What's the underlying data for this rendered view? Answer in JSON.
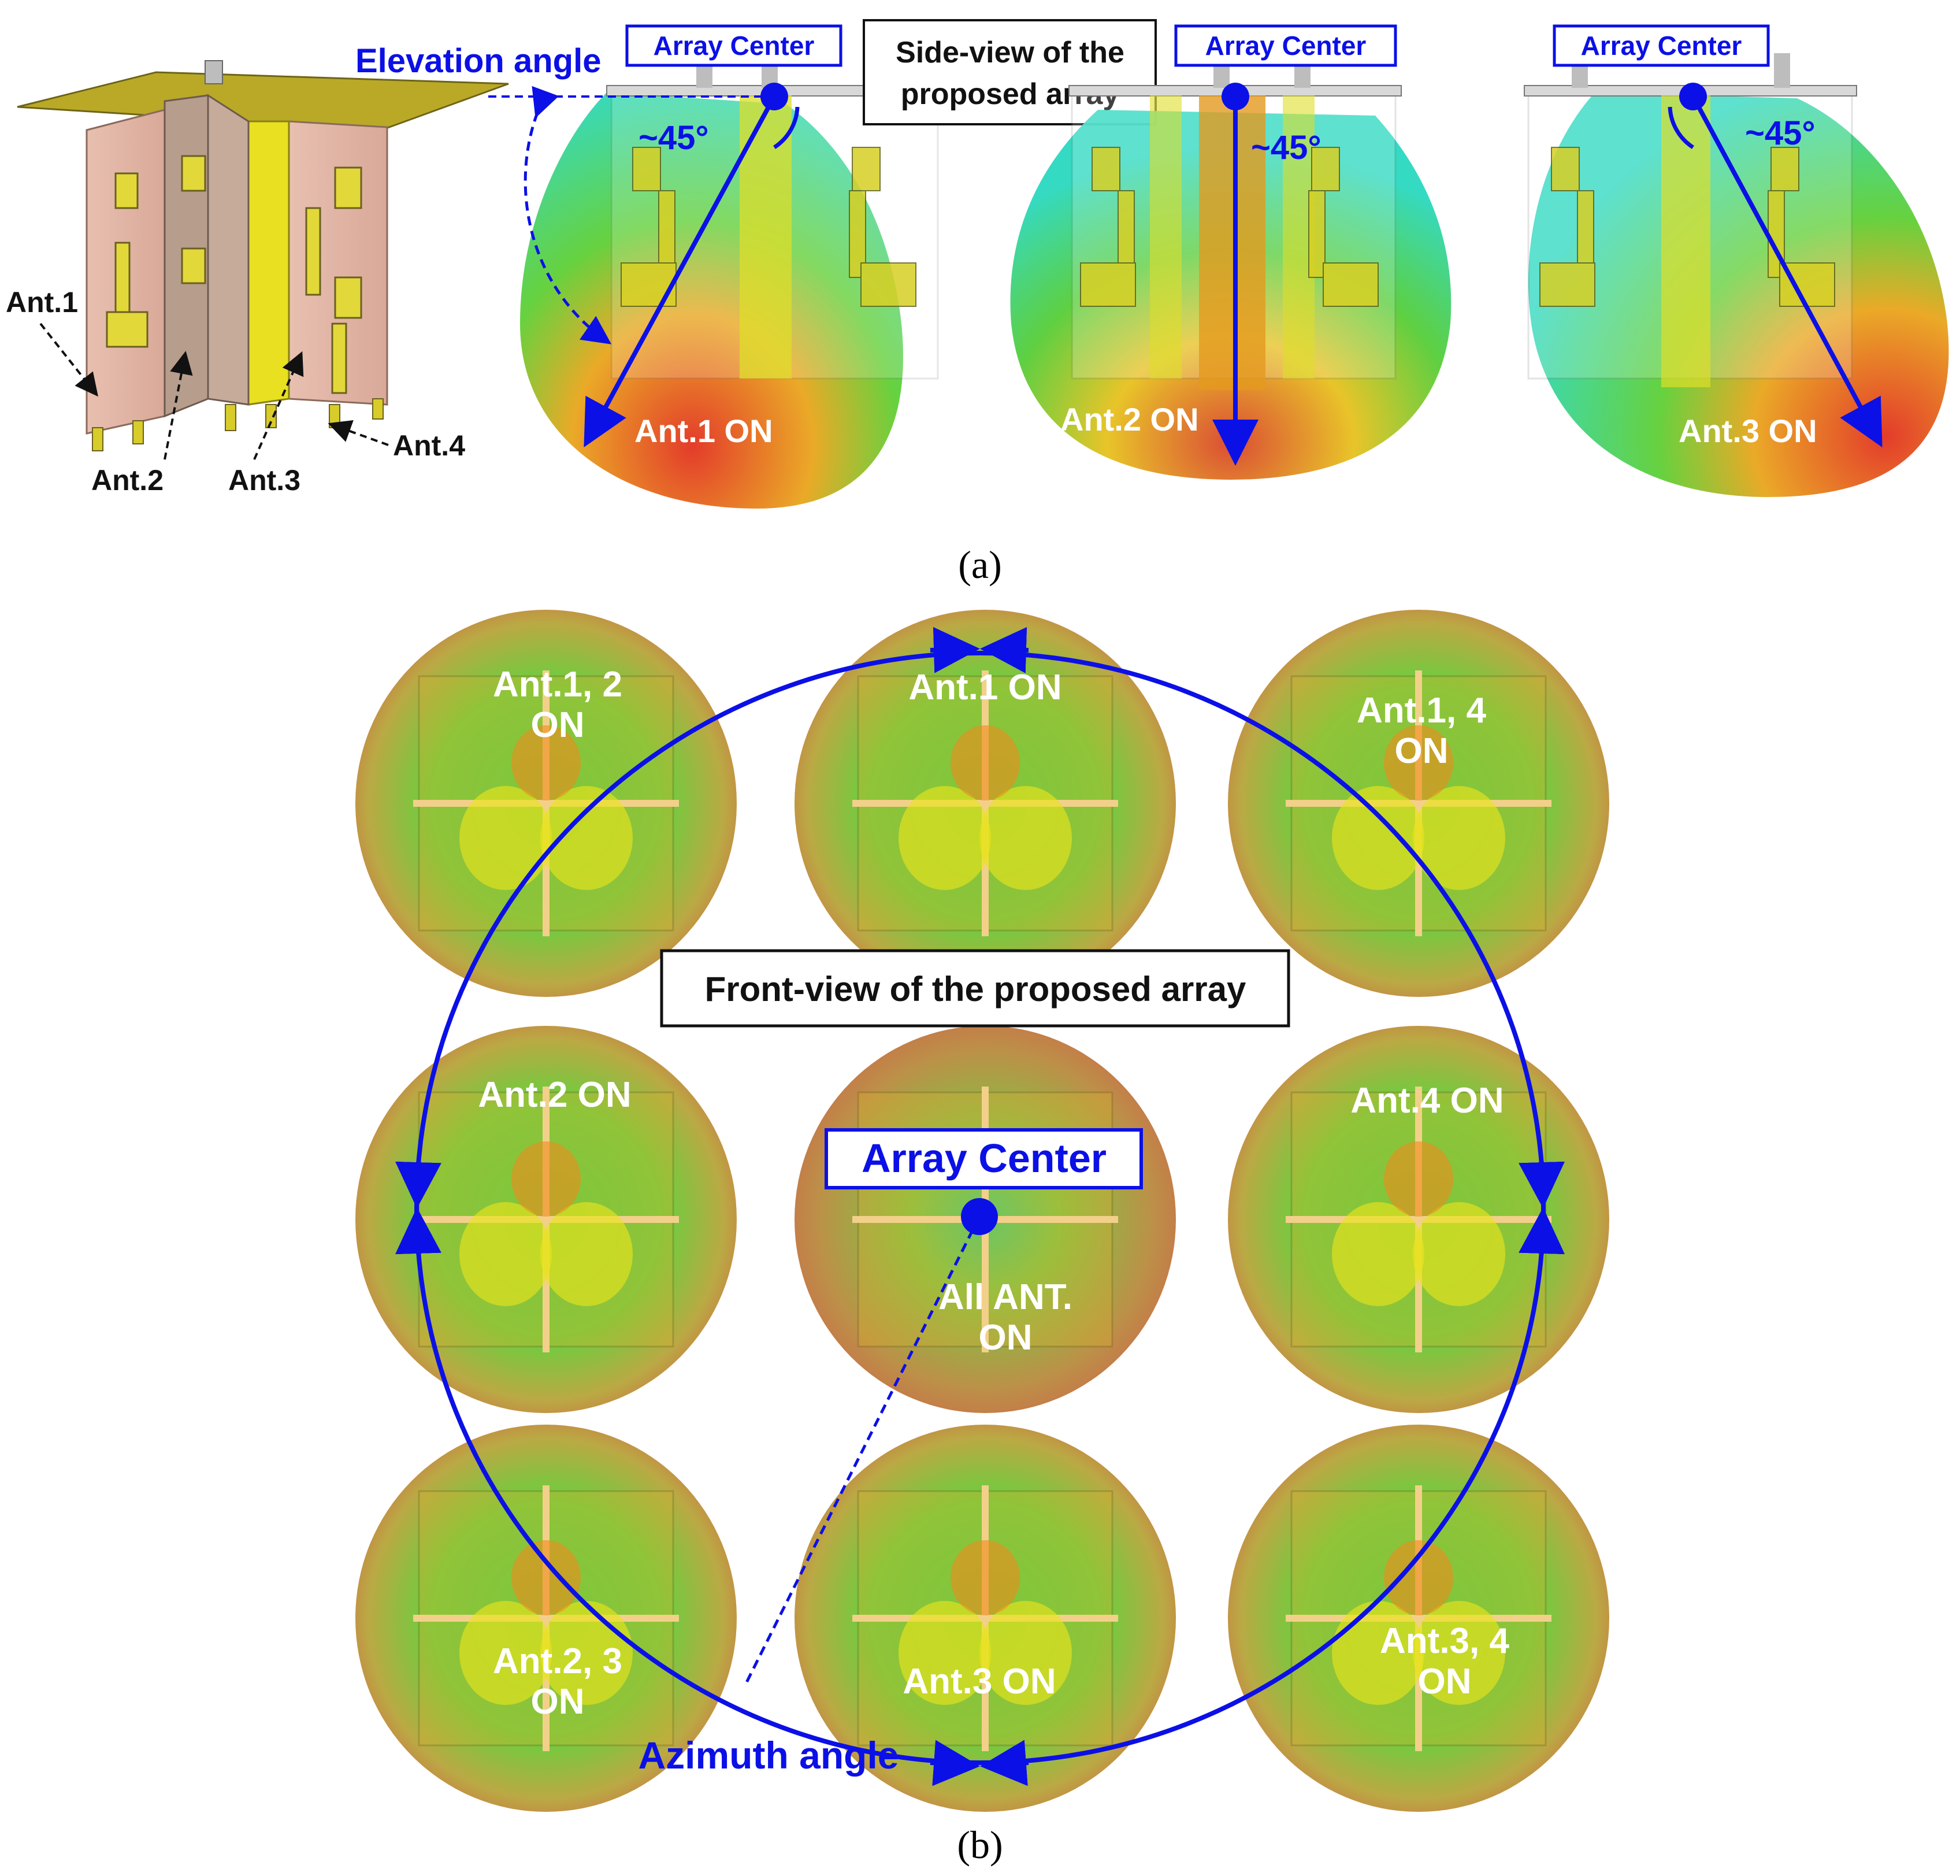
{
  "colors": {
    "arrow_blue": "#0b10e6",
    "pattern_red": "#e0301e",
    "pattern_orange": "#f08a1c",
    "pattern_yellow": "#e8e41c",
    "pattern_green": "#3ec93e",
    "pattern_cyan": "#2fd6c4",
    "board_pink": "#e6b8a8",
    "trace_yellow": "#e8e020"
  },
  "icons": [
    "array-center-dot",
    "arrow-head",
    "antenna-array-model",
    "radiation-pattern"
  ],
  "panel_a": {
    "caption": "(a)",
    "model_labels": {
      "ant1": "Ant.1",
      "ant2": "Ant.2",
      "ant3": "Ant.3",
      "ant4": "Ant.4"
    },
    "elevation_label": "Elevation angle",
    "side_view_label_line1": "Side-view of the",
    "side_view_label_line2": "proposed array",
    "views": [
      {
        "center_label": "Array Center",
        "angle_label": "~45°",
        "state_label": "Ant.1 ON"
      },
      {
        "center_label": "Array Center",
        "angle_label": "~45°",
        "state_label": "Ant.2 ON"
      },
      {
        "center_label": "Array Center",
        "angle_label": "~45°",
        "state_label": "Ant.3 ON"
      }
    ]
  },
  "panel_b": {
    "caption": "(b)",
    "front_view_label": "Front-view of the proposed array",
    "center_label": "Array Center",
    "azimuth_label": "Azimuth angle",
    "patterns": [
      {
        "line1": "Ant.1, 2",
        "line2": "ON"
      },
      {
        "line1": "Ant.1 ON",
        "line2": ""
      },
      {
        "line1": "Ant.1, 4",
        "line2": "ON"
      },
      {
        "line1": "Ant.2 ON",
        "line2": ""
      },
      {
        "line1": "All ANT.",
        "line2": "ON"
      },
      {
        "line1": "Ant.4 ON",
        "line2": ""
      },
      {
        "line1": "Ant.2, 3",
        "line2": "ON"
      },
      {
        "line1": "Ant.3 ON",
        "line2": ""
      },
      {
        "line1": "Ant.3, 4",
        "line2": "ON"
      }
    ]
  }
}
